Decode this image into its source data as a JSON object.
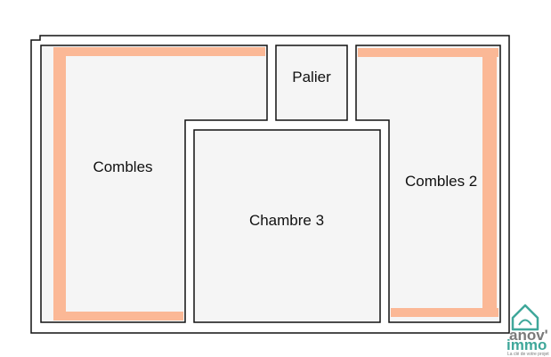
{
  "floor_plan": {
    "rooms": {
      "combles": {
        "label": "Combles"
      },
      "palier": {
        "label": "Palier"
      },
      "chambre3": {
        "label": "Chambre 3"
      },
      "combles2": {
        "label": "Combles 2"
      }
    }
  },
  "logo": {
    "brand": "anov' immo",
    "line1": "anov'",
    "line2": "immo",
    "tagline": "La clé de votre projet"
  },
  "colors": {
    "wall": "#111111",
    "room_fill": "#f5f5f5",
    "low_ceiling_band": "#fbb896",
    "logo_green": "#3fa79a",
    "logo_gray": "#7a7a7a"
  }
}
